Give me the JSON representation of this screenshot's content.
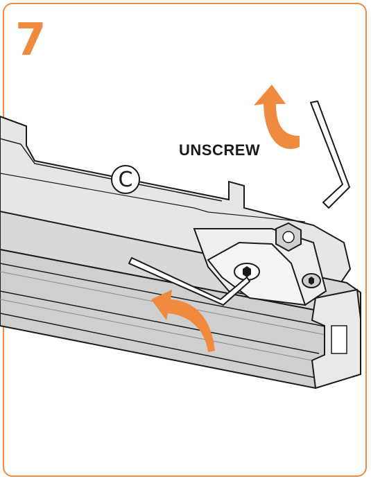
{
  "step": {
    "number": "7"
  },
  "instruction": {
    "label": "UNSCREW"
  },
  "reference": {
    "letter": "C"
  },
  "colors": {
    "accent": "#ef8a3f",
    "ink": "#1a1a1a",
    "rail": "#dcdcdc",
    "rail_shadow": "#bdbdbd"
  },
  "icons": {
    "arrow_top": "curved-arrow-unscrew",
    "arrow_bottom": "curved-arrow-unscrew",
    "tool": "hex-key"
  }
}
